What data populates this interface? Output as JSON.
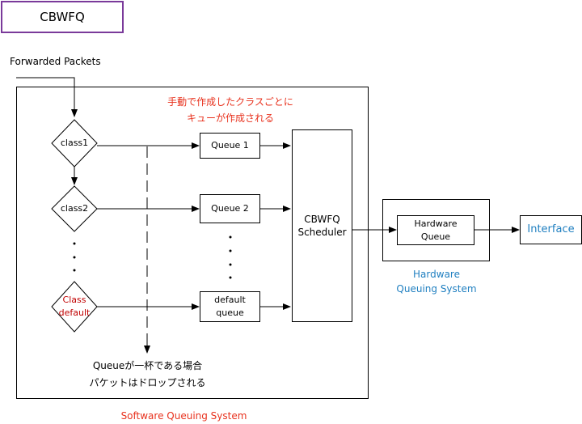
{
  "title": "CBWFQ",
  "input_label": "Forwarded Packets",
  "classes": {
    "class1": "class1",
    "class2": "class2",
    "class_default": "Class\ndefault"
  },
  "queues": {
    "queue1": "Queue 1",
    "queue2": "Queue 2",
    "default_queue": "default\nqueue"
  },
  "scheduler": "CBWFQ\nScheduler",
  "hardware_queue": "Hardware\nQueue",
  "interface": "Interface",
  "annotation_top": [
    "手動で作成したクラスごとに",
    "キューが作成される"
  ],
  "annotation_bottom": [
    "Queueが一杯である場合",
    "パケットはドロップされる"
  ],
  "hardware_system_label": [
    "Hardware",
    "Queuing System"
  ],
  "software_system_label": "Software Queuing System",
  "colors": {
    "title_border": "#7a3a9a",
    "annotation_red": "#e8321e",
    "class_default_red": "#c00000",
    "label_blue": "#1f7fc0"
  }
}
